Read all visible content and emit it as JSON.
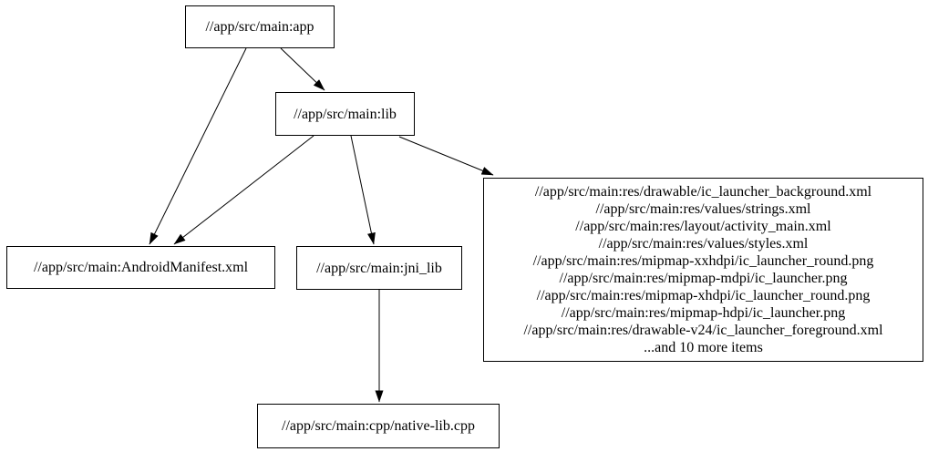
{
  "diagram": {
    "type": "dependency-graph",
    "colors": {
      "background": "#ffffff",
      "node_border": "#000000",
      "node_fill": "#ffffff",
      "edge": "#000000",
      "text": "#000000"
    },
    "nodes": {
      "app": {
        "label": "//app/src/main:app"
      },
      "lib": {
        "label": "//app/src/main:lib"
      },
      "manifest": {
        "label": "//app/src/main:AndroidManifest.xml"
      },
      "jni_lib": {
        "label": "//app/src/main:jni_lib"
      },
      "cpp": {
        "label": "//app/src/main:cpp/native-lib.cpp"
      },
      "res": {
        "lines": [
          "//app/src/main:res/drawable/ic_launcher_background.xml",
          "//app/src/main:res/values/strings.xml",
          "//app/src/main:res/layout/activity_main.xml",
          "//app/src/main:res/values/styles.xml",
          "//app/src/main:res/mipmap-xxhdpi/ic_launcher_round.png",
          "//app/src/main:res/mipmap-mdpi/ic_launcher.png",
          "//app/src/main:res/mipmap-xhdpi/ic_launcher_round.png",
          "//app/src/main:res/mipmap-hdpi/ic_launcher.png",
          "//app/src/main:res/drawable-v24/ic_launcher_foreground.xml",
          "...and 10 more items"
        ]
      }
    },
    "edges": [
      {
        "from": "app",
        "to": "lib"
      },
      {
        "from": "app",
        "to": "manifest"
      },
      {
        "from": "lib",
        "to": "manifest"
      },
      {
        "from": "lib",
        "to": "jni_lib"
      },
      {
        "from": "lib",
        "to": "res"
      },
      {
        "from": "jni_lib",
        "to": "cpp"
      }
    ]
  }
}
